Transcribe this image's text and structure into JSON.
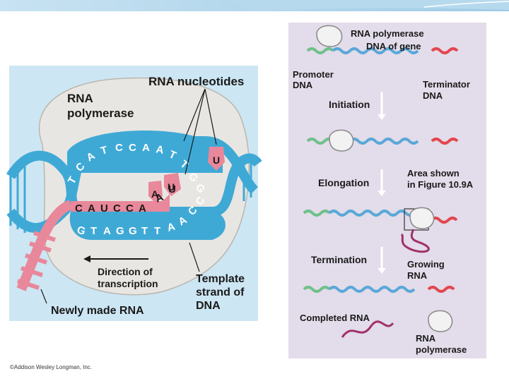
{
  "left_figure": {
    "rna_nucleotides": "RNA nucleotides",
    "rna_polymerase_line1": "RNA",
    "rna_polymerase_line2": "polymerase",
    "direction_line1": "Direction of",
    "direction_line2": "transcription",
    "template_line1": "Template",
    "template_line2": "strand of",
    "template_line3": "DNA",
    "newly_made_rna": "Newly made RNA",
    "coding_strand_bases": [
      "T",
      "C",
      "A",
      "T",
      "C",
      "C",
      "A",
      "A",
      "T",
      "T",
      "G",
      "G"
    ],
    "rna_strand_bases": [
      "C",
      "A",
      "U",
      "C",
      "C",
      "A",
      "A",
      "U"
    ],
    "template_strand_bases": [
      "G",
      "T",
      "A",
      "G",
      "G",
      "T",
      "T",
      "A",
      "A",
      "C",
      "C"
    ],
    "free_nucleotides": [
      "U",
      "U",
      "A"
    ],
    "colors": {
      "dna": "#3fa9d6",
      "rna": "#e8889a",
      "polymerase": "#e8e6e2"
    }
  },
  "right_figure": {
    "rna_polymerase": "RNA polymerase",
    "dna_of_gene": "DNA of gene",
    "promoter_line1": "Promoter",
    "promoter_line2": "DNA",
    "terminator_line1": "Terminator",
    "terminator_line2": "DNA",
    "initiation": "Initiation",
    "elongation": "Elongation",
    "area_line1": "Area shown",
    "area_line2": "in Figure 10.9A",
    "termination": "Termination",
    "growing_line1": "Growing",
    "growing_line2": "RNA",
    "completed_rna": "Completed RNA",
    "rna_poly_bottom_line1": "RNA",
    "rna_poly_bottom_line2": "polymerase",
    "colors": {
      "promoter": "#6fc18a",
      "terminator": "#e2474f",
      "dna": "#5aa8d8",
      "rna": "#a0306a"
    }
  },
  "credit": "©Addison Wesley Longman, Inc."
}
